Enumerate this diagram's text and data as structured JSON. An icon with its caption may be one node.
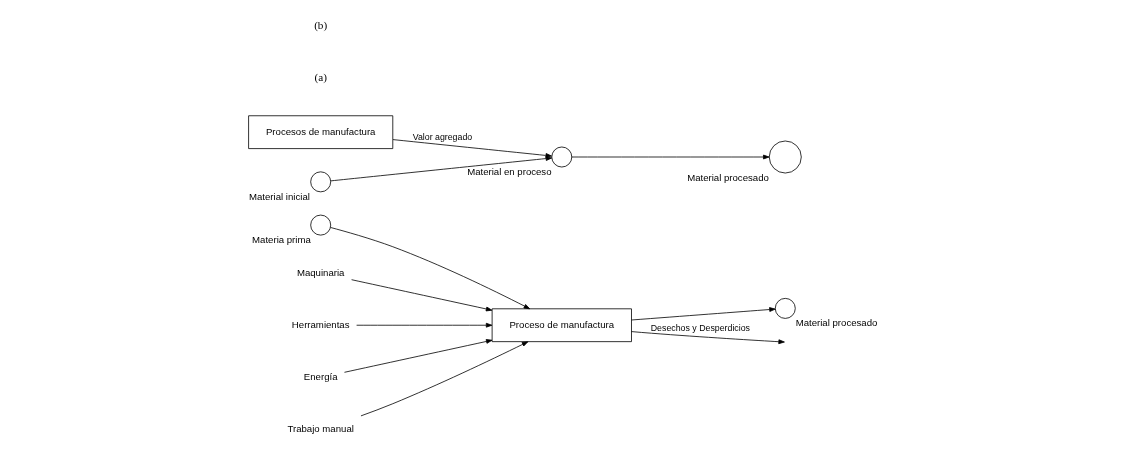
{
  "diagram": {
    "nodes": [
      {
        "text": [],
        "shape": "circle",
        "beside": [
          "Materia prima"
        ]
      },
      {
        "text": [
          "Proceso de manufactura"
        ]
      },
      {
        "text": [],
        "shape": "circle",
        "beside": [
          "Material procesado"
        ]
      },
      {
        "text": [
          "Maquinaria"
        ]
      },
      {
        "text": [
          "Herramientas"
        ]
      },
      {
        "text": [
          "Energía"
        ]
      },
      {
        "text": [
          "Trabajo manual"
        ]
      },
      {
        "text": [
          "Procesos de manufactura"
        ]
      },
      {
        "text": [],
        "shape": "circle",
        "beside": [
          "Material inicial"
        ]
      },
      {
        "text": [],
        "shape": "circle",
        "beside": [
          "Material en proceso"
        ]
      },
      {
        "text": [],
        "shape": "circle",
        "beside": [
          "Material procesado"
        ]
      }
    ],
    "edges": [
      {
        "from": 0,
        "to": 1,
        "arrow": "to"
      },
      {
        "from": 3,
        "to": 1,
        "arrow": "to"
      },
      {
        "from": 4,
        "to": 1,
        "arrow": "to"
      },
      {
        "from": 5,
        "to": 1,
        "arrow": "to"
      },
      {
        "from": 6,
        "to": 1,
        "arrow": "to"
      },
      {
        "from": 1,
        "to": 2,
        "arrow": "to"
      },
      {
        "from": 1,
        "to": null,
        "arrow": "to",
        "label": "Desechos y Desperdicios"
      },
      {
        "from": 8,
        "to": 9,
        "arrow": "to"
      },
      {
        "from": 7,
        "to": 9,
        "arrow": "to",
        "label": "Valor agregado"
      },
      {
        "from": 9,
        "to": 10,
        "arrow": "to"
      }
    ],
    "labels": [
      "(a)",
      "(b)"
    ]
  }
}
